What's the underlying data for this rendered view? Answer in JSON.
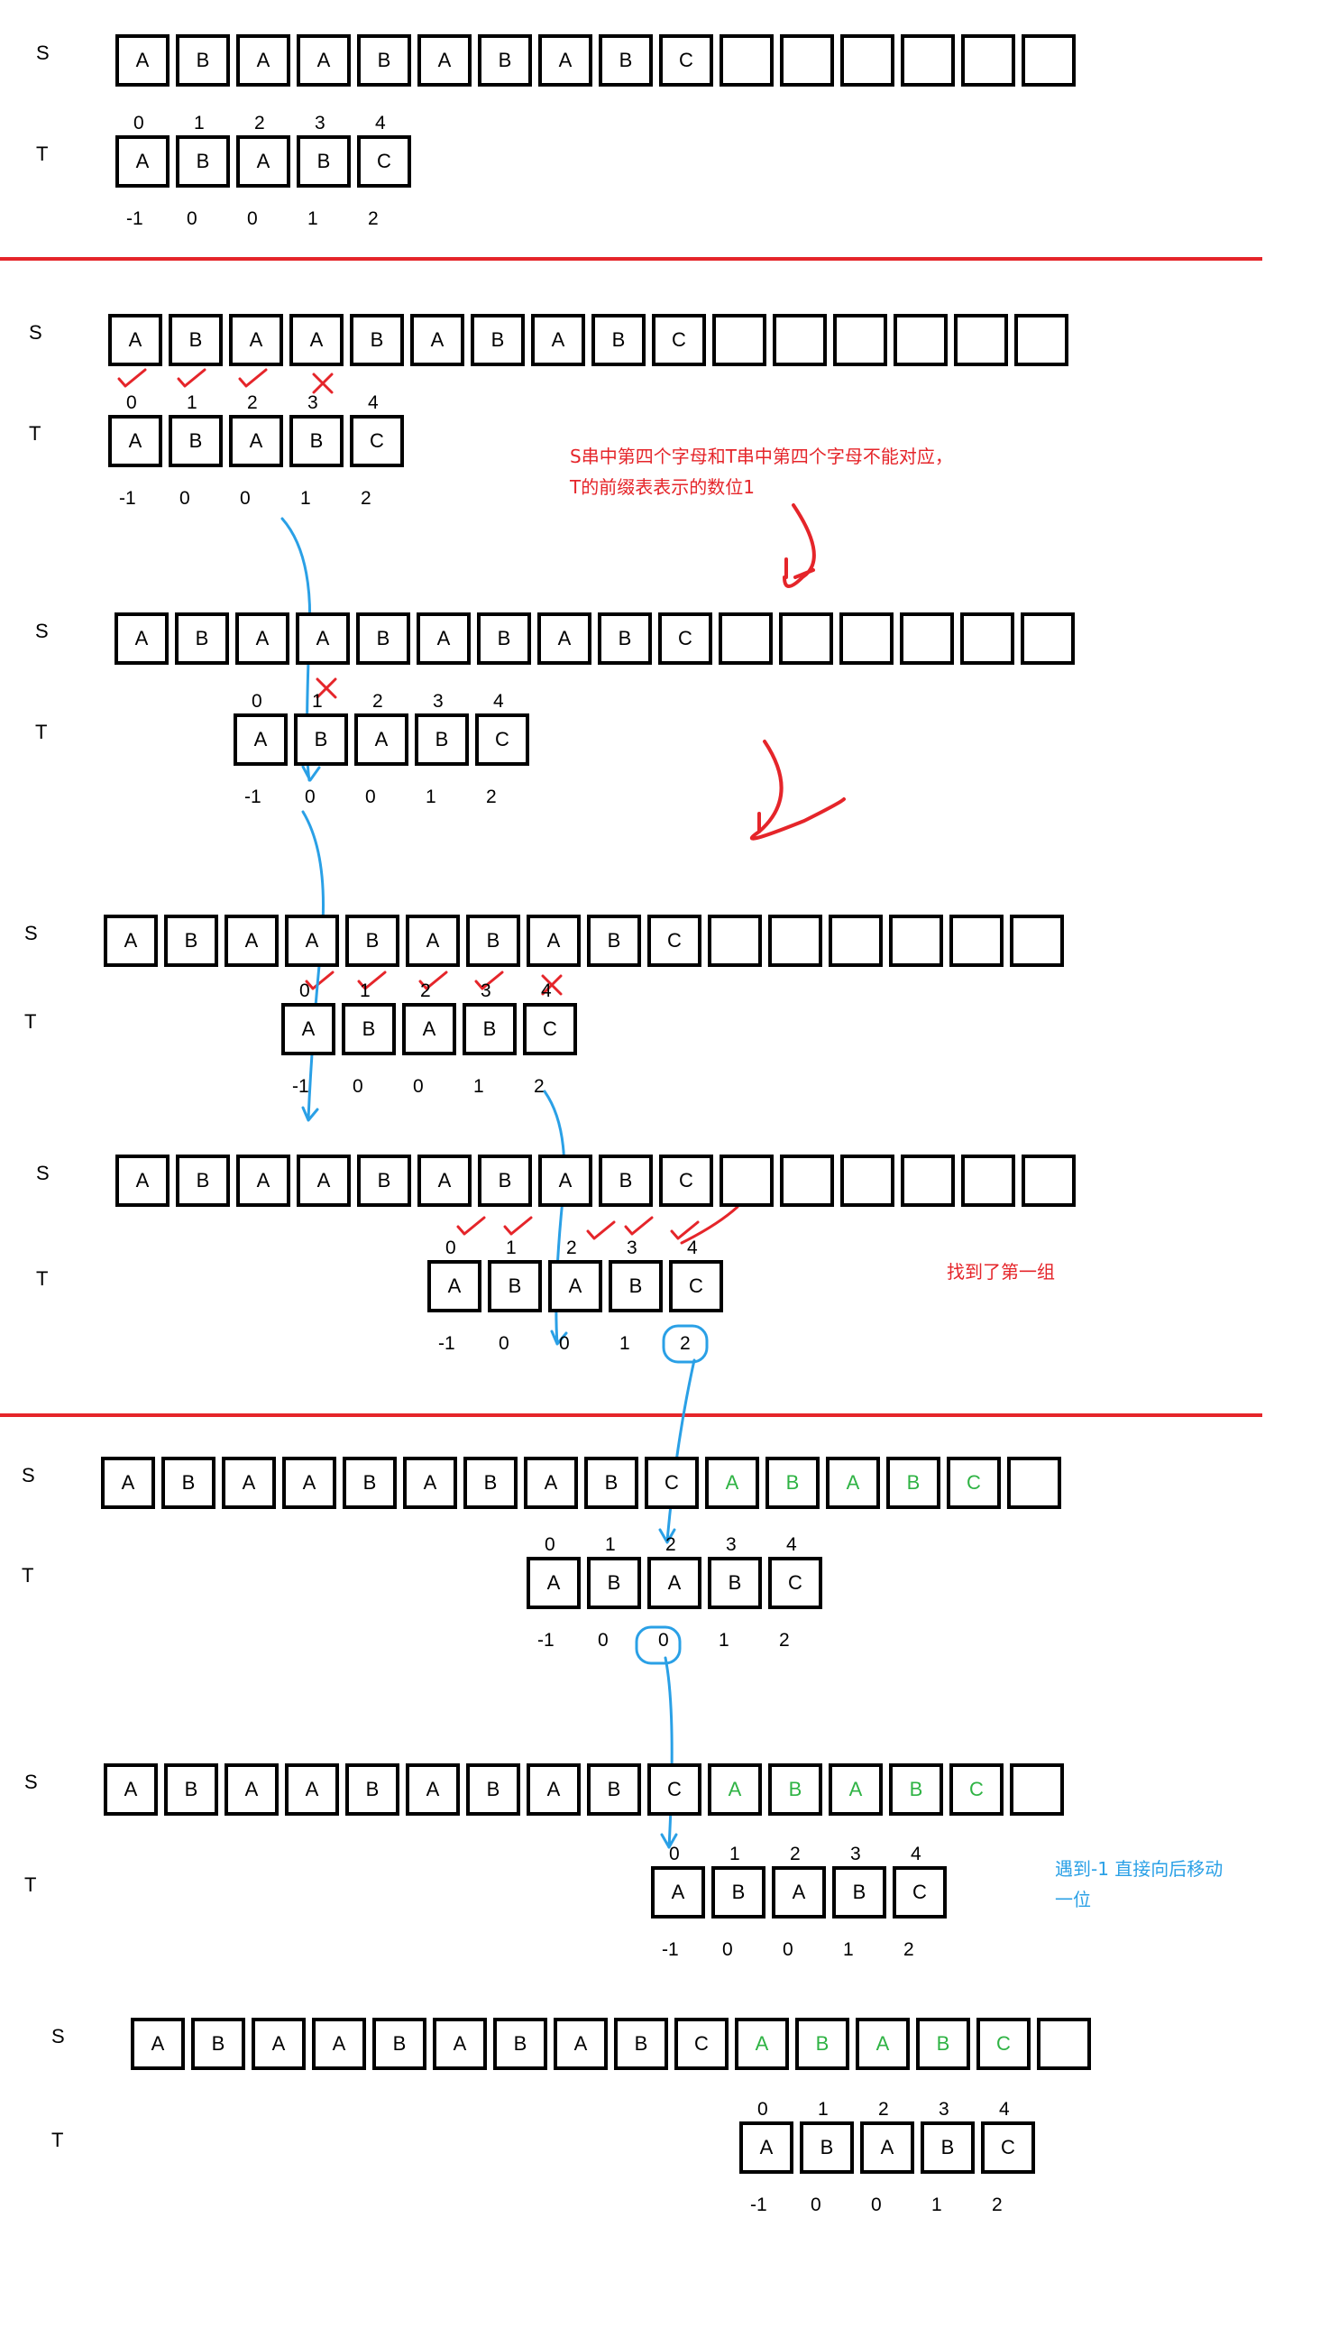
{
  "diagram": {
    "row_labels": {
      "s": "S",
      "t": "T"
    },
    "s_string": [
      "A",
      "B",
      "A",
      "A",
      "B",
      "A",
      "B",
      "A",
      "B",
      "C"
    ],
    "s_string_extended": [
      "A",
      "B",
      "A",
      "A",
      "B",
      "A",
      "B",
      "A",
      "B",
      "C",
      "A",
      "B",
      "A",
      "B",
      "C"
    ],
    "t_string": [
      "A",
      "B",
      "A",
      "B",
      "C"
    ],
    "t_indices": [
      "0",
      "1",
      "2",
      "3",
      "4"
    ],
    "next_array": [
      "-1",
      "0",
      "0",
      "1",
      "2"
    ],
    "notes": {
      "mismatch_note_line1": "S串中第四个字母和T串中第四个字母不能对应，",
      "mismatch_note_line2": "T的前缀表表示的数位1",
      "found_first": "找到了第一组",
      "minus_one_line1": "遇到-1 直接向后移动",
      "minus_one_line2": "一位"
    },
    "colors": {
      "separator": "#e5252a",
      "mismatch_note": "#e5252a",
      "check_mark": "#e5252a",
      "cross_mark": "#e5252a",
      "jump_arrow": "#2aa0e6",
      "minus_one_note": "#2aa0e6",
      "second_match_letters": "#2fb344"
    }
  }
}
